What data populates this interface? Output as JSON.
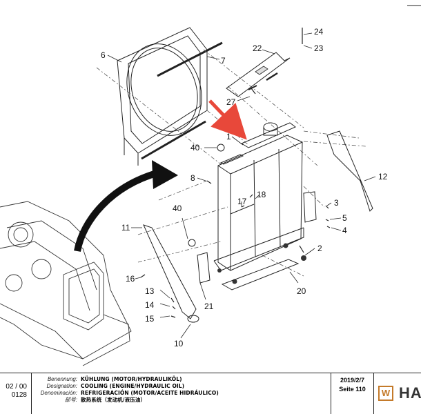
{
  "callouts": {
    "c1": "1",
    "c2": "2",
    "c3": "3",
    "c4": "4",
    "c5": "5",
    "c6": "6",
    "c7": "7",
    "c8": "8",
    "c10": "10",
    "c11": "11",
    "c12": "12",
    "c13": "13",
    "c14": "14",
    "c15": "15",
    "c16": "16",
    "c17": "17",
    "c18": "18",
    "c20": "20",
    "c21": "21",
    "c22": "22",
    "c23": "23",
    "c24": "24",
    "c27": "27",
    "c40a": "40",
    "c40b": "40"
  },
  "footer": {
    "doc_line1": "02 / 00",
    "doc_line2": "0128",
    "labels": {
      "benennung": "Benennung:",
      "designation": "Designation:",
      "denominacion": "Denominación:",
      "chinese": "部号:"
    },
    "values": {
      "benennung": "KÜHLUNG (MOTOR/HYDRAULIKÖL)",
      "designation": "COOLING (ENGINE/HYDRAULIC OIL)",
      "denominacion": "REFRIGERACIÓN (MOTOR/ACEITE HIDRÁULICO)",
      "chinese": "散热系统（发动机/液压油）"
    },
    "date": "2019/2/7",
    "page": "Seite 110",
    "logo_letter": "W",
    "logo_text": "HA"
  },
  "colors": {
    "arrow_red": "#e8483a",
    "logo_orange": "#c47a2a"
  }
}
